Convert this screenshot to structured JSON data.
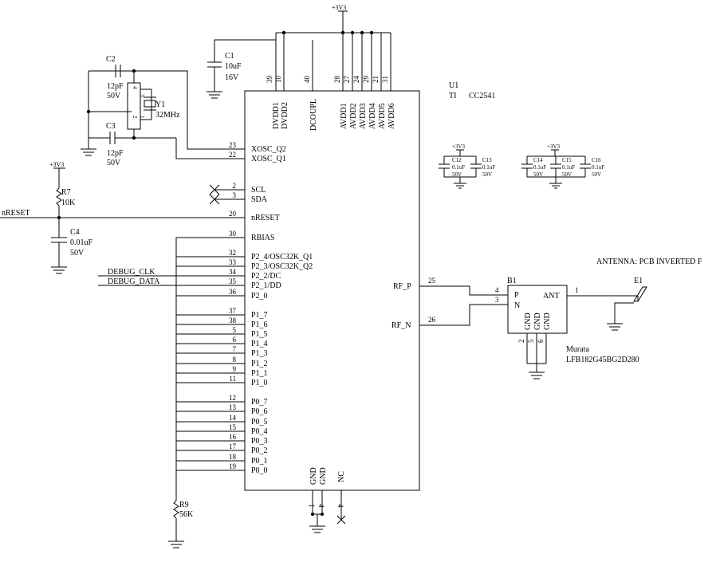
{
  "u1": {
    "ref": "U1",
    "mfr": "TI",
    "part": "CC2541",
    "top_pins": [
      {
        "num": "39",
        "name": "DVDD1"
      },
      {
        "num": "10",
        "name": "DVDD2"
      },
      {
        "num": "40",
        "name": "DCOUPL"
      },
      {
        "num": "28",
        "name": "AVDD1"
      },
      {
        "num": "27",
        "name": "AVDD2"
      },
      {
        "num": "24",
        "name": "AVDD3"
      },
      {
        "num": "29",
        "name": "AVDD4"
      },
      {
        "num": "21",
        "name": "AVDD5"
      },
      {
        "num": "31",
        "name": "AVDD6"
      }
    ],
    "left_pins": [
      {
        "num": "23",
        "name": "XOSC_Q2"
      },
      {
        "num": "22",
        "name": "XOSC_Q1"
      },
      {
        "num": "2",
        "name": "SCL"
      },
      {
        "num": "3",
        "name": "SDA"
      },
      {
        "num": "20",
        "name": "nRESET"
      },
      {
        "num": "30",
        "name": "RBIAS"
      },
      {
        "num": "32",
        "name": "P2_4/OSC32K_Q1"
      },
      {
        "num": "33",
        "name": "P2_3/OSC32K_Q2"
      },
      {
        "num": "34",
        "name": "P2_2/DC"
      },
      {
        "num": "35",
        "name": "P2_1/DD"
      },
      {
        "num": "36",
        "name": "P2_0"
      },
      {
        "num": "37",
        "name": "P1_7"
      },
      {
        "num": "38",
        "name": "P1_6"
      },
      {
        "num": "5",
        "name": "P1_5"
      },
      {
        "num": "6",
        "name": "P1_4"
      },
      {
        "num": "7",
        "name": "P1_3"
      },
      {
        "num": "8",
        "name": "P1_2"
      },
      {
        "num": "9",
        "name": "P1_1"
      },
      {
        "num": "11",
        "name": "P1_0"
      },
      {
        "num": "12",
        "name": "P0_7"
      },
      {
        "num": "13",
        "name": "P0_6"
      },
      {
        "num": "14",
        "name": "P0_5"
      },
      {
        "num": "15",
        "name": "P0_4"
      },
      {
        "num": "16",
        "name": "P0_3"
      },
      {
        "num": "17",
        "name": "P0_2"
      },
      {
        "num": "18",
        "name": "P0_1"
      },
      {
        "num": "19",
        "name": "P0_0"
      }
    ],
    "right_pins": [
      {
        "num": "25",
        "name": "RF_P"
      },
      {
        "num": "26",
        "name": "RF_N"
      }
    ],
    "bottom_pins": [
      {
        "num": "1",
        "name": "GND"
      },
      {
        "num": "4",
        "name": "GND"
      },
      {
        "num": "4",
        "name": "NC"
      }
    ]
  },
  "rails": {
    "v33": "+3V3"
  },
  "parts": {
    "c1": {
      "ref": "C1",
      "value": "10uF",
      "rating": "16V"
    },
    "c2": {
      "ref": "C2",
      "value": "12pF",
      "rating": "50V"
    },
    "c3": {
      "ref": "C3",
      "value": "12pF",
      "rating": "50V"
    },
    "c4": {
      "ref": "C4",
      "value": "0.01uF",
      "rating": "50V"
    },
    "y1": {
      "ref": "Y1",
      "value": "32MHz",
      "pins": [
        "4",
        "3",
        "2",
        "1"
      ]
    },
    "r7": {
      "ref": "R7",
      "value": "10K"
    },
    "r9": {
      "ref": "R9",
      "value": "56K"
    },
    "decoupling": [
      {
        "ref": "C12",
        "value": "0.1uF",
        "rating": "50V"
      },
      {
        "ref": "C13",
        "value": "0.1uF",
        "rating": "50V"
      },
      {
        "ref": "C14",
        "value": "0.1uF",
        "rating": "50V"
      },
      {
        "ref": "C15",
        "value": "0.1uF",
        "rating": "50V"
      },
      {
        "ref": "C16",
        "value": "0.1uF",
        "rating": "50V"
      }
    ],
    "b1": {
      "ref": "B1",
      "mfr": "Murata",
      "part": "LFB182G45BG2D280",
      "pins": {
        "p": "P",
        "n": "N",
        "ant": "ANT",
        "gnd": "GND",
        "p_num": "4",
        "n_num": "3",
        "ant_num": "1",
        "gnd_nums": [
          "2",
          "5",
          "6"
        ]
      }
    },
    "e1": {
      "ref": "E1",
      "note": "ANTENNA: PCB INVERTED F"
    }
  },
  "nets": {
    "nreset": "nRESET",
    "debug_clk": "DEBUG_CLK",
    "debug_data": "DEBUG_DATA"
  }
}
